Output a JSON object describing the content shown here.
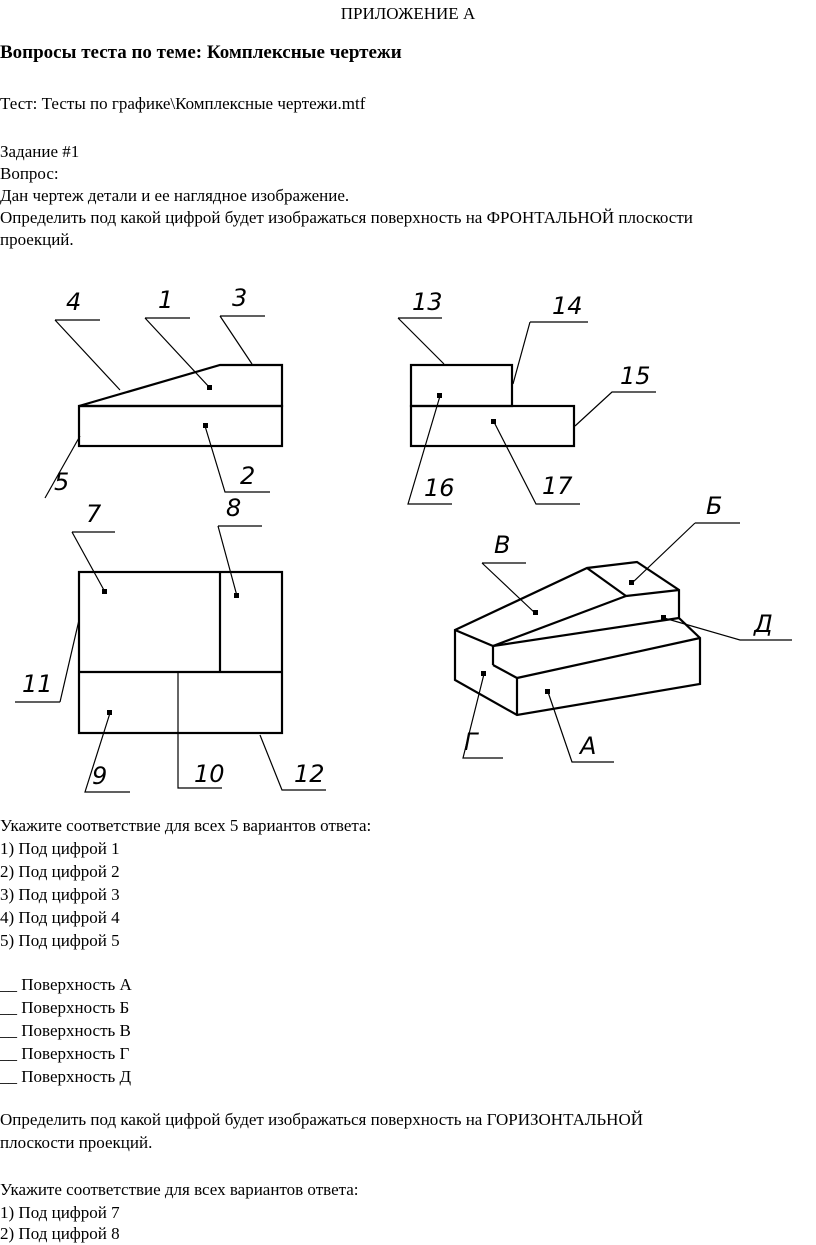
{
  "header": {
    "appendix": "ПРИЛОЖЕНИЕ А",
    "title": "Вопросы теста по теме: Комплексные чертежи",
    "test_file": "Тест: Тесты по графике\\Комплексные чертежи.mtf"
  },
  "task": {
    "number": "Задание #1",
    "question_label": "Вопрос:",
    "line1": "Дан чертеж детали и ее наглядное изображение.",
    "line2": "Определить под какой цифрой будет изображаться поверхность  на ФРОНТАЛЬНОЙ плоскости",
    "line3": "проекций."
  },
  "figure": {
    "labels": {
      "n1": "1",
      "n2": "2",
      "n3": "3",
      "n4": "4",
      "n5": "5",
      "n7": "7",
      "n8": "8",
      "n9": "9",
      "n10": "10",
      "n11": "11",
      "n12": "12",
      "n13": "13",
      "n14": "14",
      "n15": "15",
      "n16": "16",
      "n17": "17",
      "A": "А",
      "B": "Б",
      "V": "В",
      "G": "Г",
      "D": "Д"
    }
  },
  "part1": {
    "instruction": "Укажите соответствие для всех 5 вариантов ответа:",
    "options": [
      "1) Под цифрой 1",
      "2) Под цифрой 2",
      "3) Под цифрой 3",
      "4) Под цифрой 4",
      "5) Под цифрой 5"
    ],
    "blanks": [
      "__ Поверхность А",
      "__ Поверхность Б",
      "__ Поверхность В",
      "__ Поверхность Г",
      "__ Поверхность Д"
    ]
  },
  "part2": {
    "line1": "Определить под какой цифрой будет изображаться поверхность  на ГОРИЗОНТАЛЬНОЙ",
    "line2": "плоскости проекций.",
    "instruction": "Укажите соответствие для всех  вариантов ответа:",
    "options": [
      "1) Под цифрой 7",
      "2) Под цифрой 8"
    ]
  }
}
